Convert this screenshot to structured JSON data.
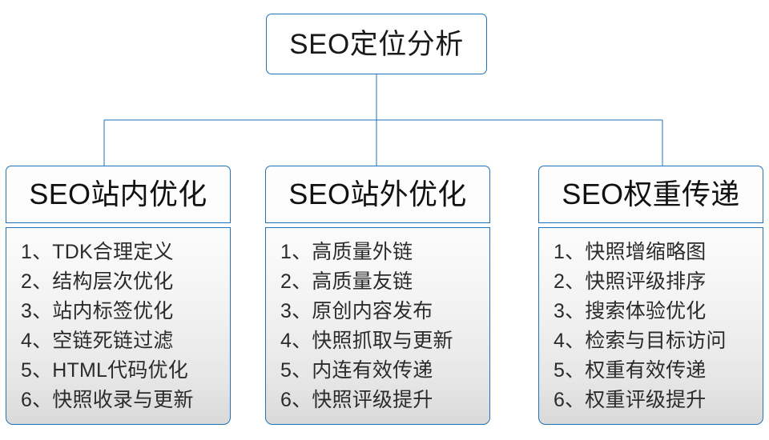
{
  "diagram": {
    "type": "organization-tree",
    "root": {
      "label": "SEO定位分析"
    },
    "colors": {
      "border": "#2072b8",
      "connector": "#2072b8",
      "header_fill": "#fdfdfd",
      "body_fill_top": "#fcfcfc",
      "body_fill_bottom": "#d9d9d9",
      "text": "#1a1a1a",
      "page_background": "#ffffff"
    },
    "branches": [
      {
        "title": "SEO站内优化",
        "items": [
          "1、TDK合理定义",
          "2、结构层次优化",
          "3、站内标签优化",
          "4、空链死链过滤",
          "5、HTML代码优化",
          "6、快照收录与更新"
        ]
      },
      {
        "title": "SEO站外优化",
        "items": [
          "1、高质量外链",
          "2、高质量友链",
          "3、原创内容发布",
          "4、快照抓取与更新",
          "5、内连有效传递",
          "6、快照评级提升"
        ]
      },
      {
        "title": "SEO权重传递",
        "items": [
          "1、快照增缩略图",
          "2、快照评级排序",
          "3、搜索体验优化",
          "4、检索与目标访问",
          "5、权重有效传递",
          "6、权重评级提升"
        ]
      }
    ]
  }
}
